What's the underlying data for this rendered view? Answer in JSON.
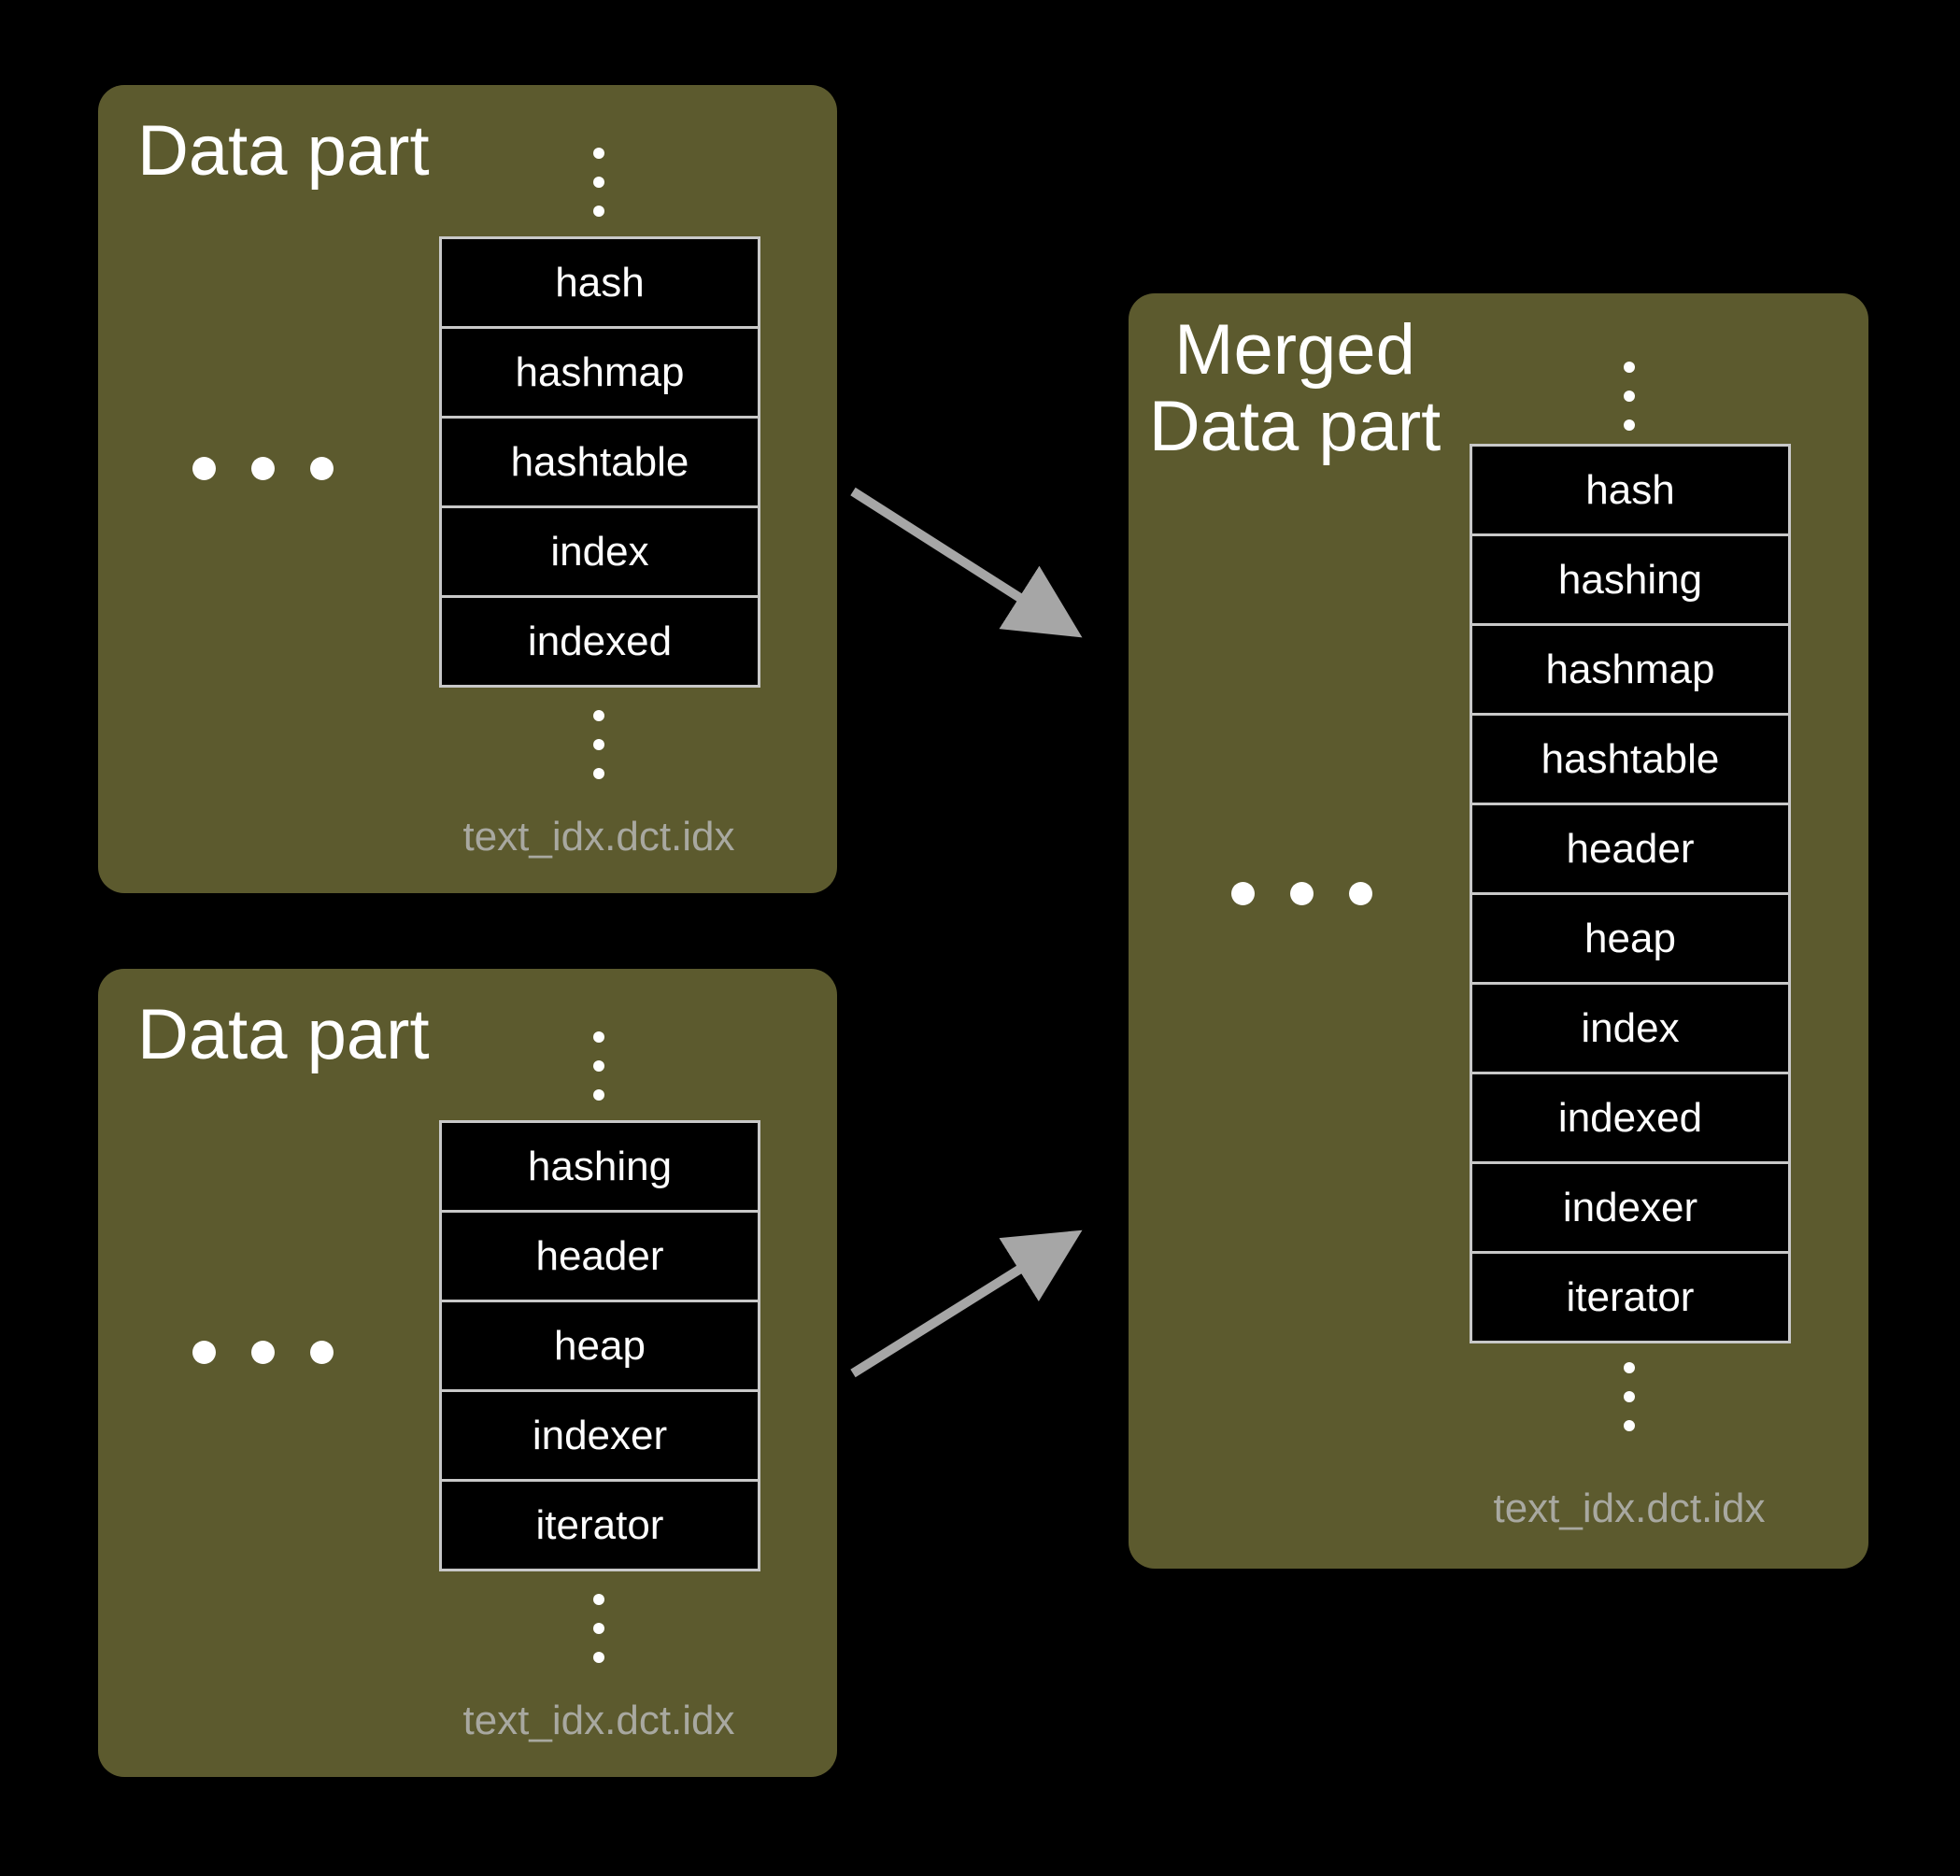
{
  "colors": {
    "background": "#000000",
    "part_fill": "#5c5a2e",
    "table_border": "#c8c8c8",
    "arrow": "#a6a6a6",
    "filename_text": "#a8a8a0"
  },
  "part_top": {
    "title": "Data part",
    "tokens": [
      "hash",
      "hashmap",
      "hashtable",
      "index",
      "indexed"
    ],
    "filename": "text_idx.dct.idx"
  },
  "part_bottom": {
    "title": "Data part",
    "tokens": [
      "hashing",
      "header",
      "heap",
      "indexer",
      "iterator"
    ],
    "filename": "text_idx.dct.idx"
  },
  "part_merged": {
    "title": "Merged\nData part",
    "tokens": [
      "hash",
      "hashing",
      "hashmap",
      "hashtable",
      "header",
      "heap",
      "index",
      "indexed",
      "indexer",
      "iterator"
    ],
    "filename": "text_idx.dct.idx"
  }
}
